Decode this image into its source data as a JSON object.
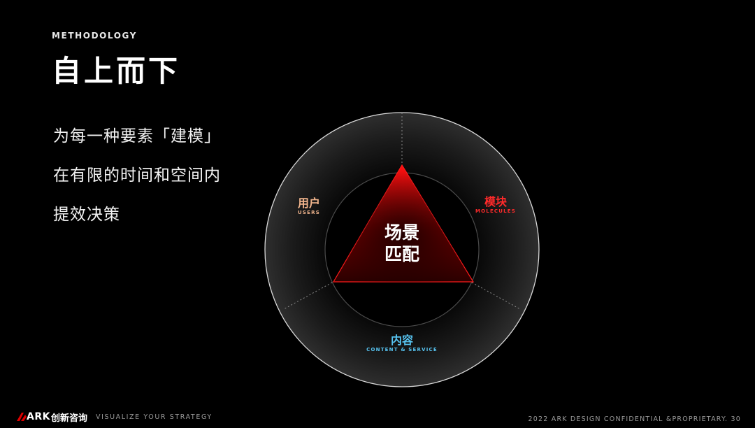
{
  "header": {
    "eyebrow": "METHODOLOGY",
    "title": "自上而下"
  },
  "body": {
    "lines": [
      "为每一种要素「建模」",
      "在有限的时间和空间内",
      "提效决策"
    ]
  },
  "diagram": {
    "center": {
      "line1": "场景",
      "line2": "匹配"
    },
    "nodes": [
      {
        "cn": "用户",
        "en": "USERS",
        "color": "#f0b48c"
      },
      {
        "cn": "模块",
        "en": "MOLECULES",
        "color": "#ff2a2a"
      },
      {
        "cn": "内容",
        "en": "CONTENT & SERVICE",
        "color": "#57c3f0"
      }
    ],
    "accent": "#e00000"
  },
  "footer": {
    "logo_ark": "ARK",
    "logo_cn": "创新咨询",
    "tagline": "VISUALIZE YOUR STRATEGY",
    "copyright": "2022 ARK DESIGN CONFIDENTIAL &PROPRIETARY.",
    "page_number": "30"
  }
}
